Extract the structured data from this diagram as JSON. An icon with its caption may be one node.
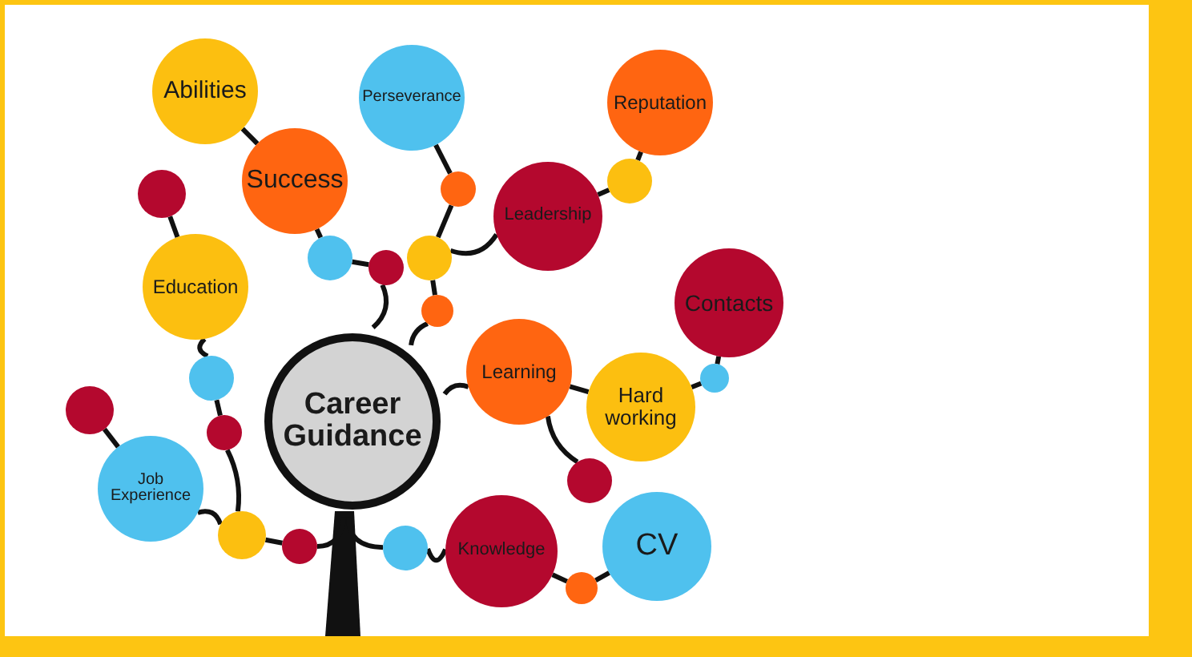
{
  "diagram": {
    "nodes": [
      {
        "text": [
          "Career Guidance"
        ]
      },
      {
        "text": [
          "Abilities"
        ]
      },
      {
        "text": [
          "Perseverance"
        ]
      },
      {
        "text": [
          "Reputation"
        ]
      },
      {
        "text": [
          "Success"
        ]
      },
      {
        "text": [
          "Leadership"
        ]
      },
      {
        "text": [
          "Education"
        ]
      },
      {
        "text": [
          "Contacts"
        ]
      },
      {
        "text": [
          "Learning"
        ]
      },
      {
        "text": [
          "Hard working"
        ]
      },
      {
        "text": [
          "Job Experience"
        ]
      },
      {
        "text": [
          "Knowledge"
        ]
      },
      {
        "text": [
          "CV"
        ]
      },
      {
        "text": [],
        "shape": "circle"
      },
      {
        "text": [],
        "shape": "circle"
      },
      {
        "text": [],
        "shape": "circle"
      },
      {
        "text": [],
        "shape": "circle"
      },
      {
        "text": [],
        "shape": "circle"
      },
      {
        "text": [],
        "shape": "circle"
      },
      {
        "text": [],
        "shape": "circle"
      },
      {
        "text": [],
        "shape": "circle"
      },
      {
        "text": [],
        "shape": "circle"
      },
      {
        "text": [],
        "shape": "circle"
      },
      {
        "text": [],
        "shape": "circle"
      },
      {
        "text": [],
        "shape": "circle"
      },
      {
        "text": [],
        "shape": "circle"
      },
      {
        "text": [],
        "shape": "circle"
      },
      {
        "text": [],
        "shape": "circle"
      },
      {
        "text": [],
        "shape": "circle"
      }
    ],
    "edges": [
      {
        "from": 13,
        "to": 6,
        "arrow": "none"
      },
      {
        "from": 1,
        "to": 4,
        "arrow": "none"
      },
      {
        "from": 4,
        "to": 14,
        "arrow": "none"
      },
      {
        "from": 14,
        "to": 15,
        "arrow": "none"
      },
      {
        "from": 15,
        "to": 0,
        "arrow": "none"
      },
      {
        "from": 2,
        "to": 16,
        "arrow": "none"
      },
      {
        "from": 16,
        "to": 17,
        "arrow": "none"
      },
      {
        "from": 17,
        "to": 5,
        "arrow": "none"
      },
      {
        "from": 17,
        "to": 19,
        "arrow": "none"
      },
      {
        "from": 19,
        "to": 0,
        "arrow": "none"
      },
      {
        "from": 5,
        "to": 18,
        "arrow": "none"
      },
      {
        "from": 18,
        "to": 3,
        "arrow": "none"
      },
      {
        "from": 0,
        "to": 8,
        "arrow": "none"
      },
      {
        "from": 8,
        "to": 9,
        "arrow": "none"
      },
      {
        "from": 9,
        "to": 27,
        "arrow": "none"
      },
      {
        "from": 27,
        "to": 7,
        "arrow": "none"
      },
      {
        "from": 8,
        "to": 26,
        "arrow": "none"
      },
      {
        "from": 6,
        "to": 20,
        "arrow": "none"
      },
      {
        "from": 20,
        "to": 22,
        "arrow": "none"
      },
      {
        "from": 22,
        "to": 23,
        "arrow": "none"
      },
      {
        "from": 21,
        "to": 10,
        "arrow": "none"
      },
      {
        "from": 10,
        "to": 23,
        "arrow": "none"
      },
      {
        "from": 23,
        "to": 24,
        "arrow": "none"
      },
      {
        "from": 24,
        "to": 0,
        "arrow": "none"
      },
      {
        "from": 25,
        "to": 0,
        "arrow": "none"
      },
      {
        "from": 11,
        "to": 25,
        "arrow": "none"
      },
      {
        "from": 28,
        "to": 11,
        "arrow": "none"
      },
      {
        "from": 12,
        "to": 28,
        "arrow": "none"
      }
    ]
  }
}
